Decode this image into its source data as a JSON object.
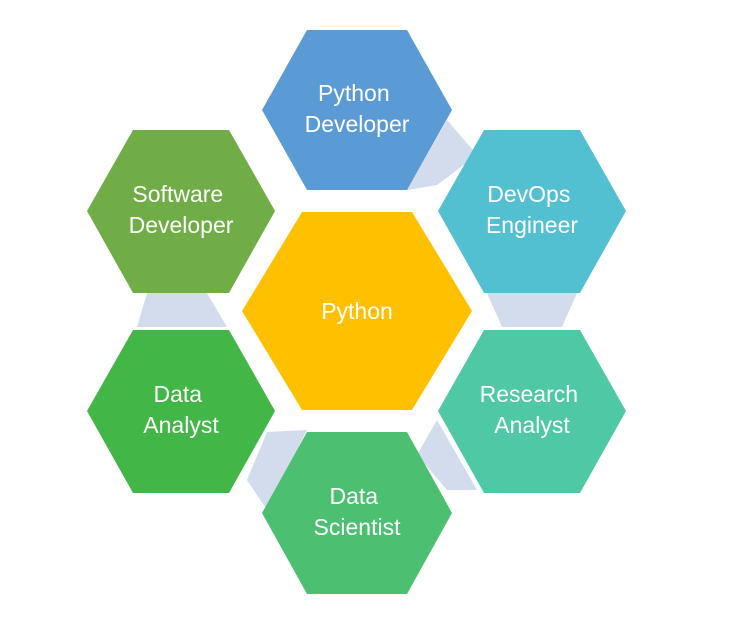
{
  "center": {
    "label_lines": [
      "Python"
    ],
    "color": "#FFC000"
  },
  "nodes": [
    {
      "id": "python-developer",
      "label_lines": [
        "Python",
        "Developer"
      ],
      "color": "#5B9BD5"
    },
    {
      "id": "devops-engineer",
      "label_lines": [
        "DevOps",
        "Engineer"
      ],
      "color": "#53C0D1"
    },
    {
      "id": "research-analyst",
      "label_lines": [
        "Research",
        "Analyst"
      ],
      "color": "#4FC9A5"
    },
    {
      "id": "data-scientist",
      "label_lines": [
        "Data",
        "Scientist"
      ],
      "color": "#4CC070"
    },
    {
      "id": "data-analyst",
      "label_lines": [
        "Data",
        "Analyst"
      ],
      "color": "#42B646"
    },
    {
      "id": "software-developer",
      "label_lines": [
        "Software",
        "Developer"
      ],
      "color": "#70AD47"
    }
  ],
  "connector_color": "#D3DCEC"
}
